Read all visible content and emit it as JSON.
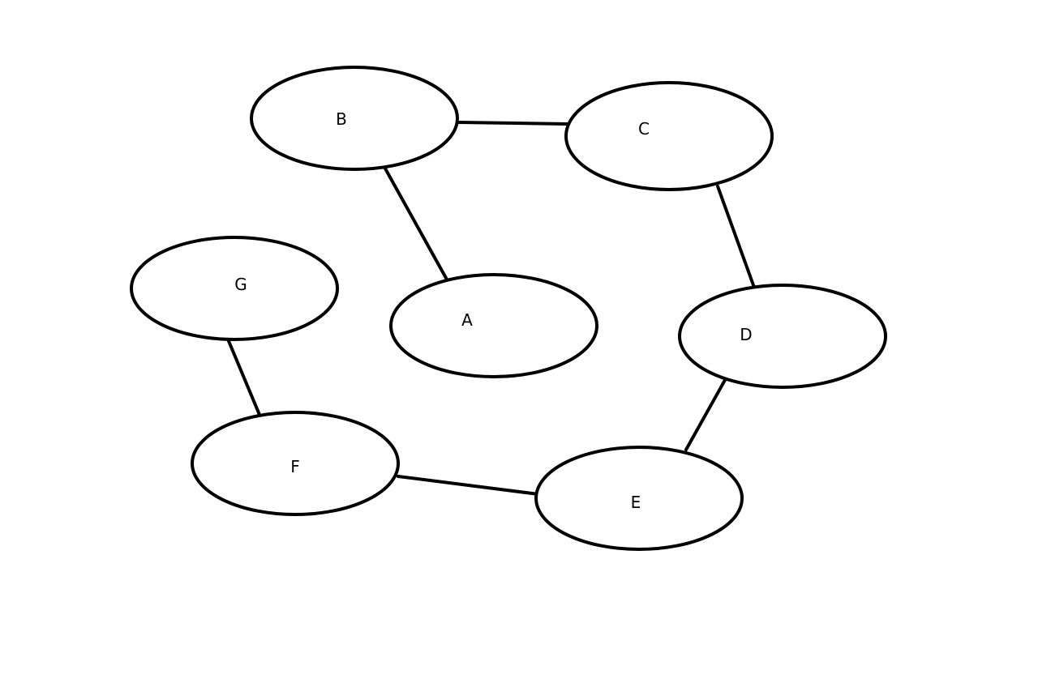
{
  "diagram": {
    "nodes": [
      {
        "id": "B",
        "label": "B"
      },
      {
        "id": "C",
        "label": "C"
      },
      {
        "id": "G",
        "label": "G"
      },
      {
        "id": "A",
        "label": "A"
      },
      {
        "id": "D",
        "label": "D"
      },
      {
        "id": "F",
        "label": "F"
      },
      {
        "id": "E",
        "label": "E"
      }
    ],
    "edges": [
      {
        "from": "B",
        "to": "C"
      },
      {
        "from": "B",
        "to": "A"
      },
      {
        "from": "C",
        "to": "D"
      },
      {
        "from": "D",
        "to": "E"
      },
      {
        "from": "F",
        "to": "E"
      },
      {
        "from": "G",
        "to": "F"
      }
    ],
    "colors": {
      "stroke": "#000000",
      "fill": "#ffffff",
      "background": "#ffffff"
    }
  }
}
